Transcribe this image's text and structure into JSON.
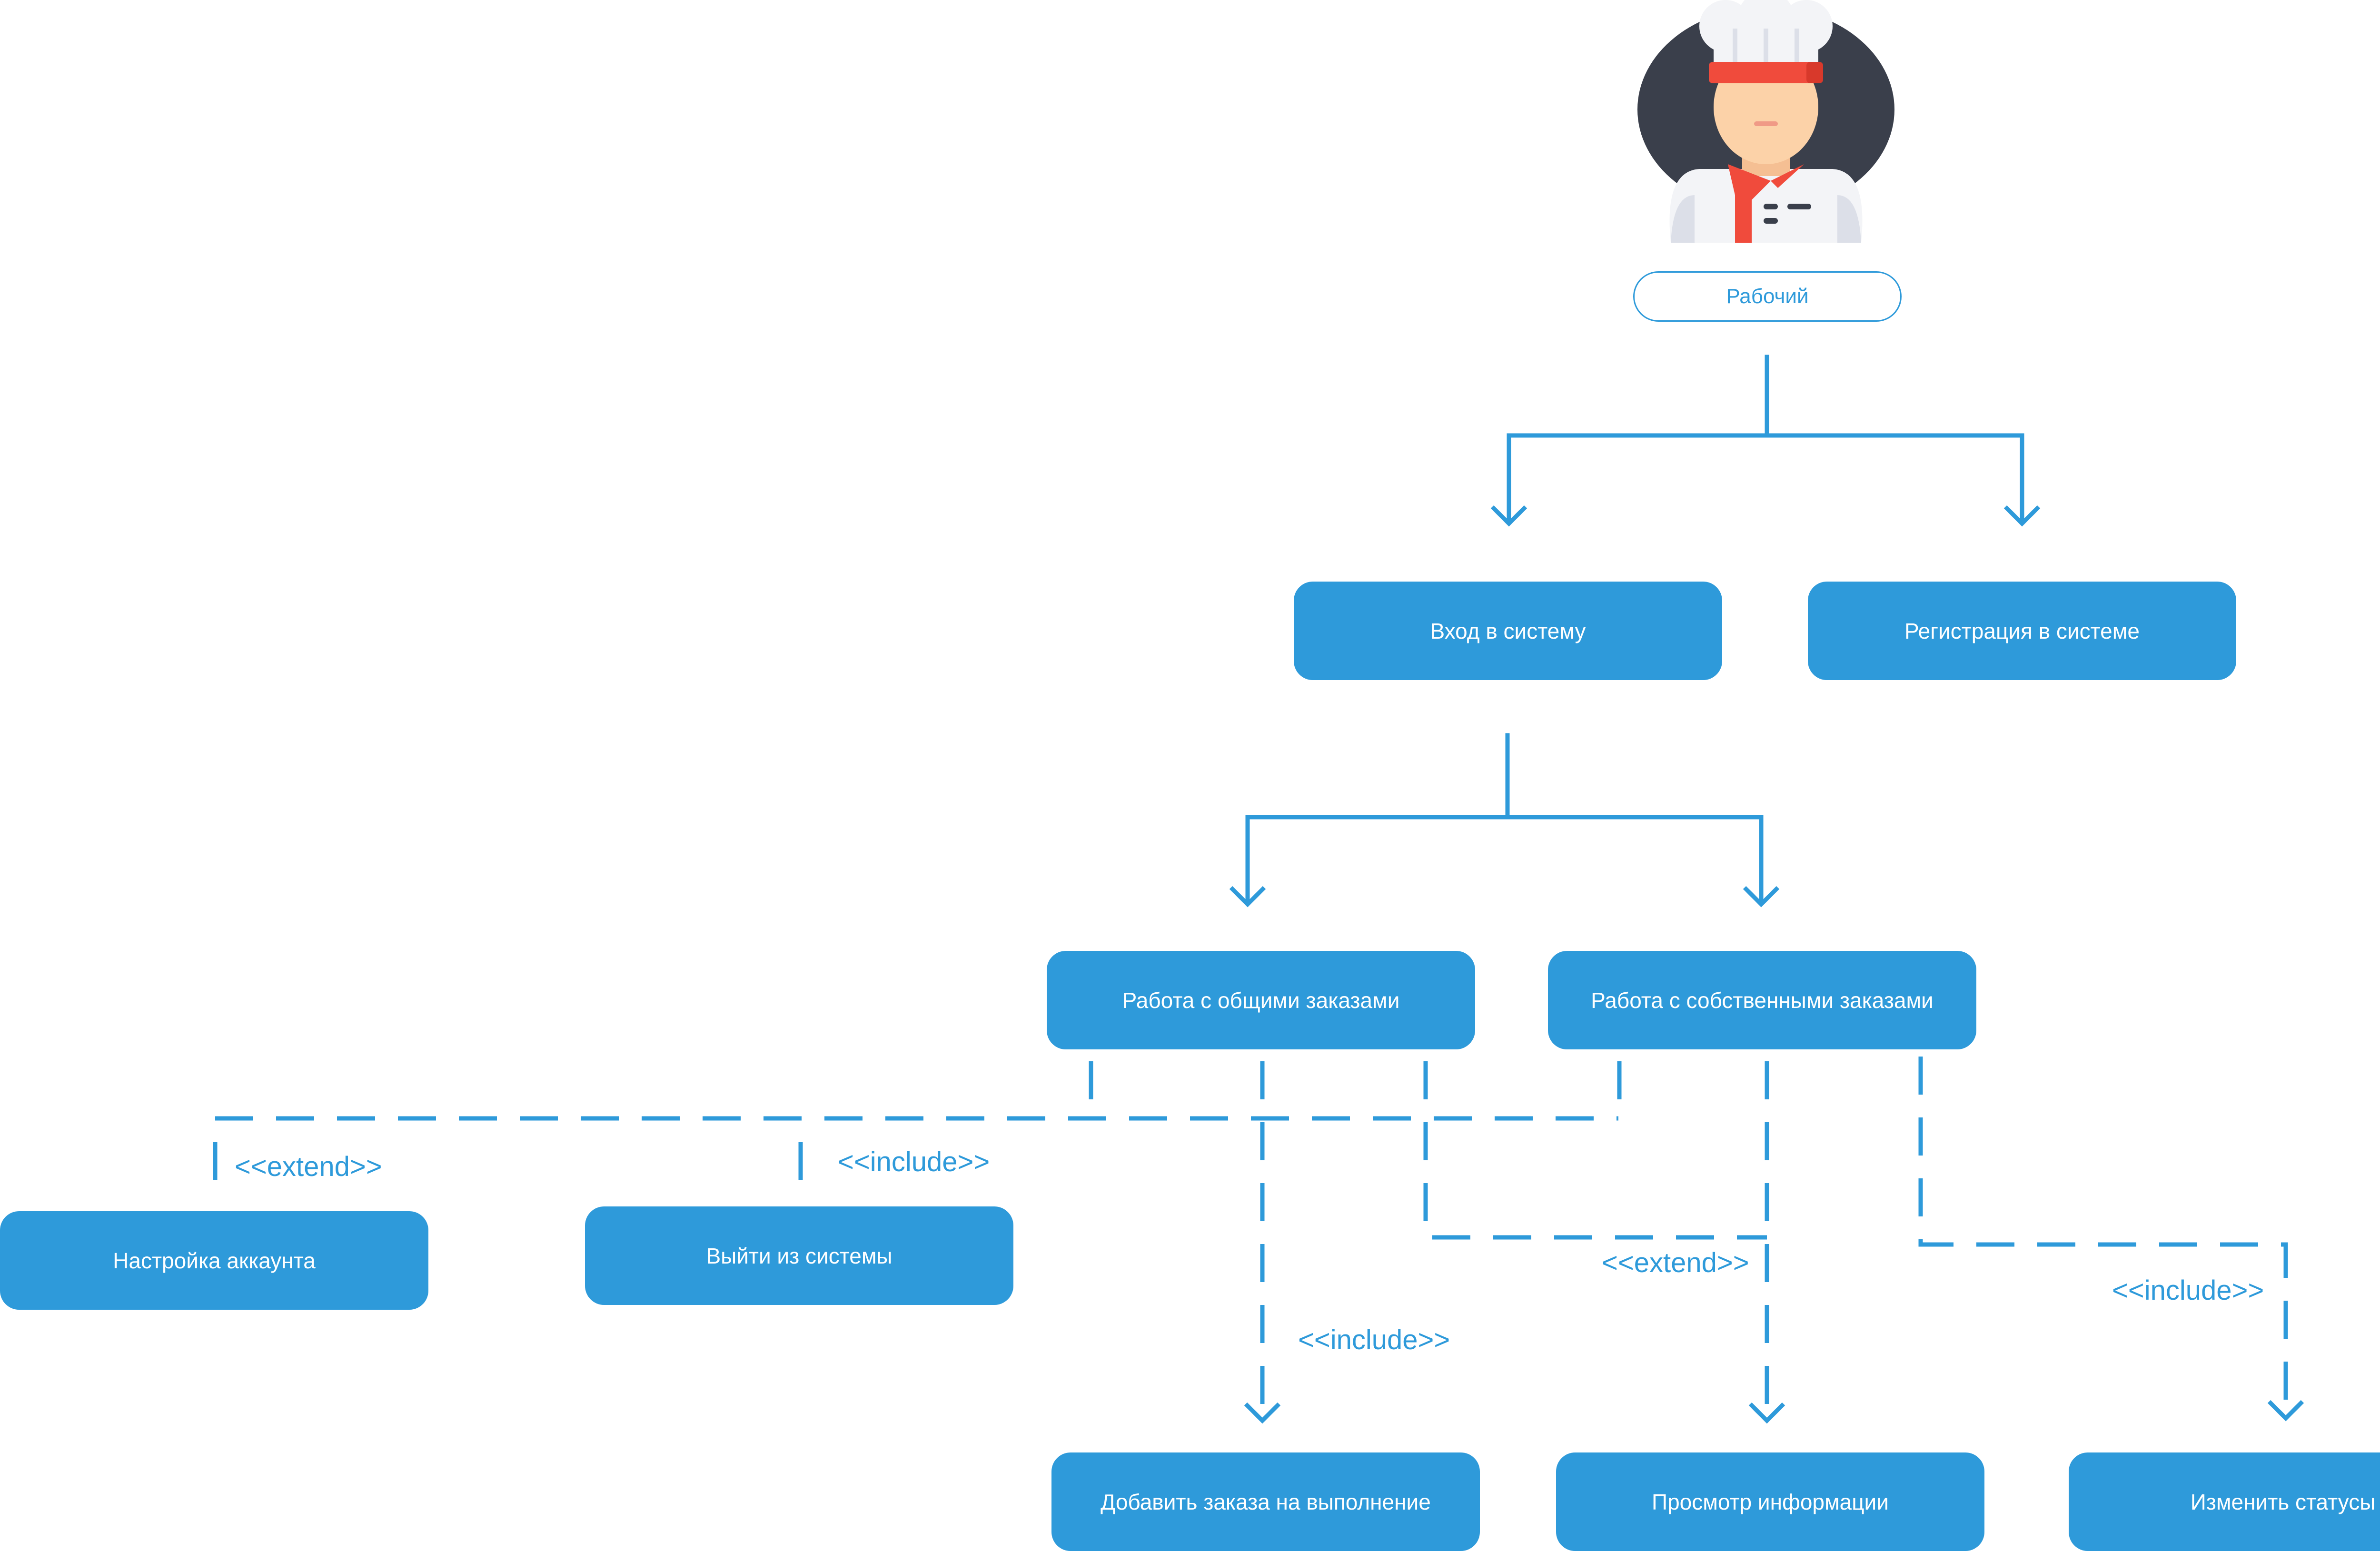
{
  "actor": {
    "icon": "chef-icon",
    "label": "Рабочий"
  },
  "nodes": {
    "login": "Вход в систему",
    "register": "Регистрация в системе",
    "common_orders": "Работа с общими заказами",
    "own_orders": "Работа с собственными заказами",
    "account_settings": "Настройка аккаунта",
    "logout": "Выйти из системы",
    "add_order": "Добавить заказа на выполнение",
    "view_info": "Просмотр информации",
    "change_status": "Изменить статусы"
  },
  "stereotypes": {
    "extend_account": "<<extend>>",
    "include_logout": "<<include>>",
    "include_add_order": "<<include>>",
    "extend_view_info": "<<extend>>",
    "include_change_status": "<<include>>"
  },
  "colors": {
    "accent": "#2E9ADA",
    "node_text": "#FFFFFF",
    "chef_headband": "#F04B3C",
    "chef_skin": "#FCD2A8",
    "chef_hair": "#3A3F4B"
  }
}
